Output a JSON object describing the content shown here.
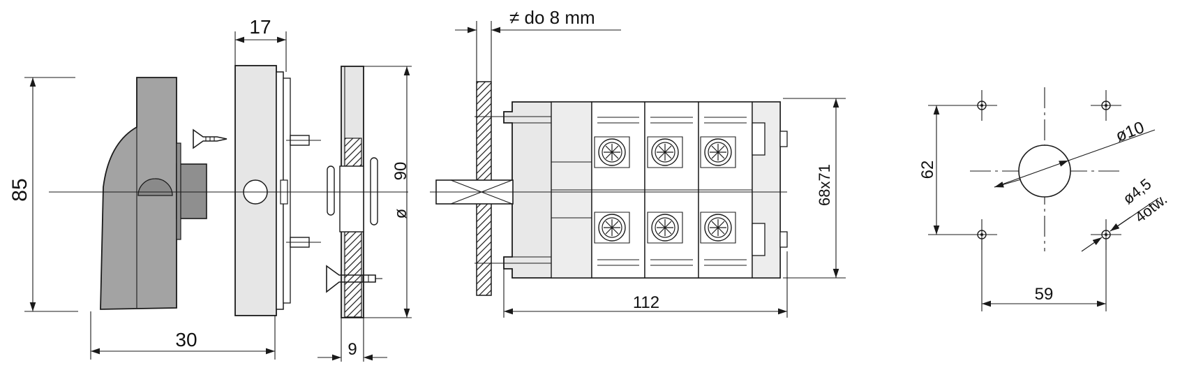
{
  "colors": {
    "handle_fill": "#a3a3a3",
    "panel_fill": "#e6e6e6",
    "switch_fill": "#e8e8e8",
    "hatch_fill": "#3a3a3a",
    "line": "#1a1a1a"
  },
  "dimensions": {
    "handle_height": "85",
    "handle_depth": "30",
    "cover_thickness": "17",
    "flange_height": "90",
    "flange_thickness": "9",
    "panel_thickness": "≠ do 8 mm",
    "body_length": "112",
    "body_cross_section": "68x71",
    "pattern_height": "62",
    "pattern_width": "59",
    "center_hole": "ø10",
    "mount_hole": "ø4,5",
    "mount_hole_count": "4otw."
  },
  "symbols": {
    "diameter_mark": "ø"
  }
}
